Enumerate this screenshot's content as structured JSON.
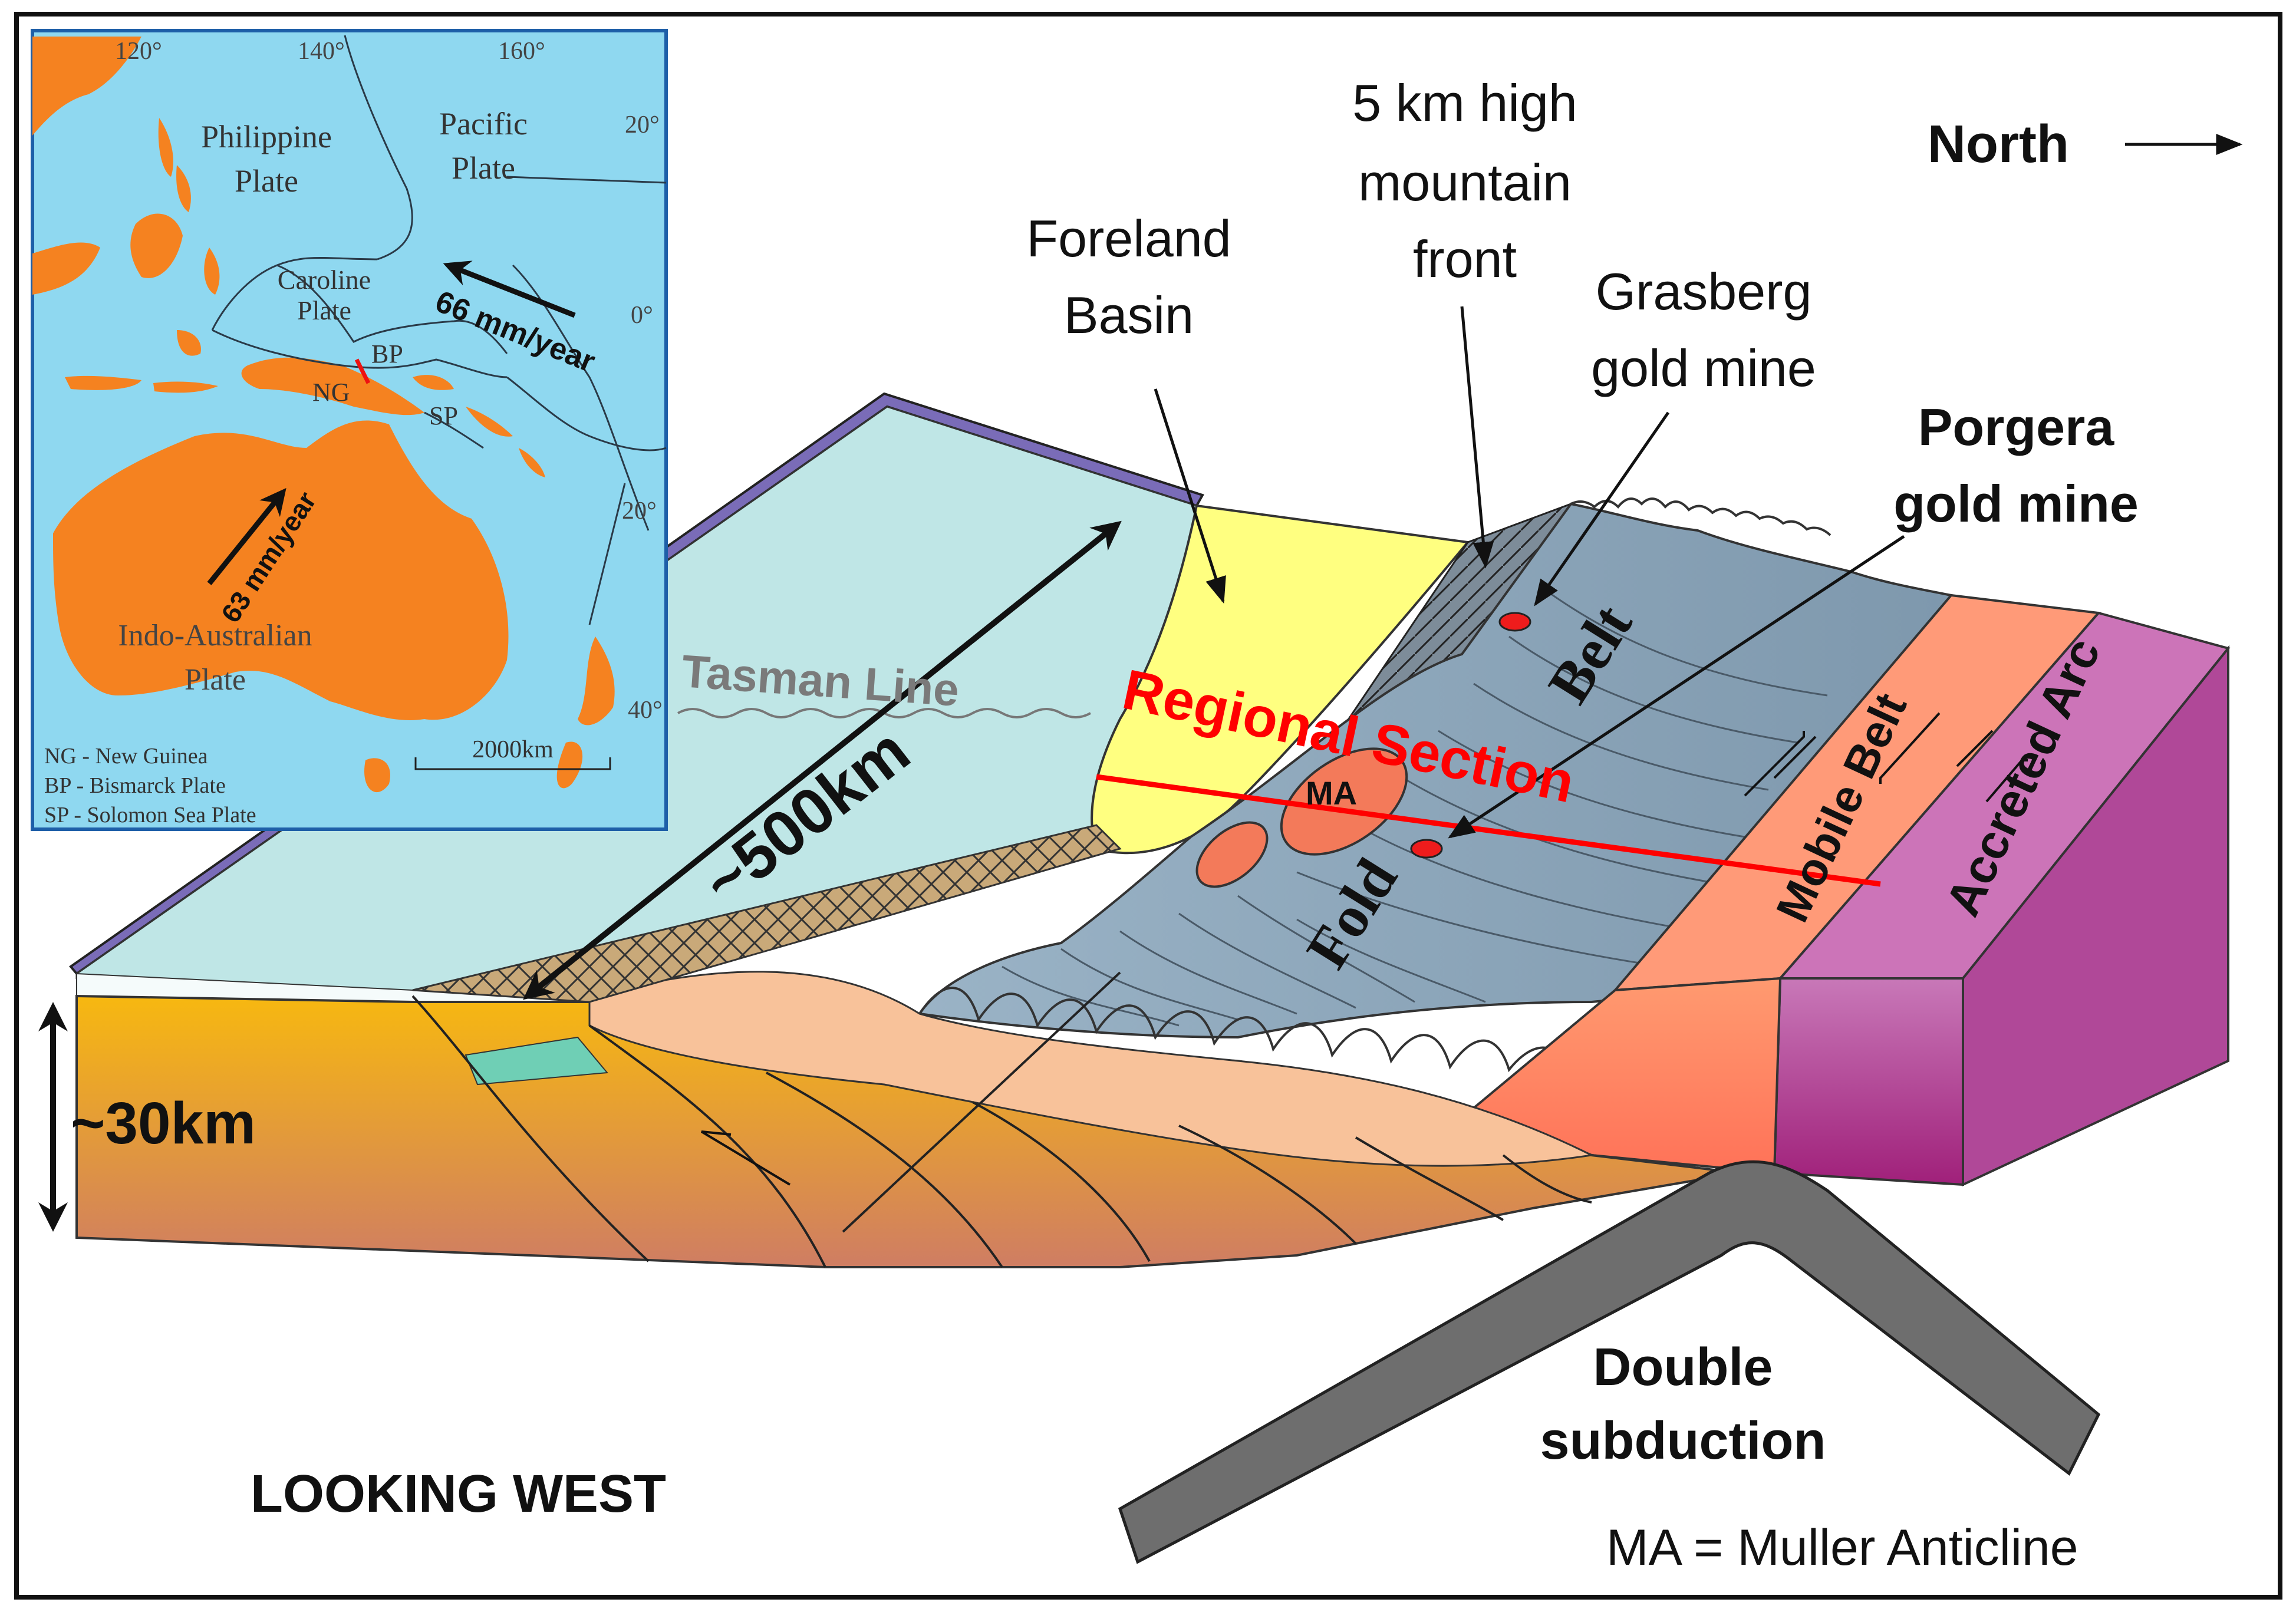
{
  "labels": {
    "mountain_front": [
      "5 km high",
      "mountain",
      "front"
    ],
    "foreland_basin": [
      "Foreland",
      "Basin"
    ],
    "grasberg": [
      "Grasberg",
      "gold mine"
    ],
    "porgera": [
      "Porgera",
      "gold mine"
    ],
    "north": "North",
    "regional_section": "Regional Section",
    "distance_500": "~500km",
    "depth_30": "~30km",
    "tasman_line": "Tasman Line",
    "ma_marker": "MA",
    "fold": "Fold",
    "belt": "Belt",
    "mobile_belt": "Mobile Belt",
    "accreted_arc": "Accreted Arc",
    "double_subduction": [
      "Double",
      "subduction"
    ],
    "looking_west": "LOOKING  WEST",
    "ma_legend": "MA = Muller Anticline"
  },
  "inset_map": {
    "longitudes": [
      "120°",
      "140°",
      "160°"
    ],
    "latitudes": [
      "20°",
      "0°",
      "20°",
      "40°"
    ],
    "plates": {
      "philippine": [
        "Philippine",
        "Plate"
      ],
      "pacific": [
        "Pacific",
        "Plate"
      ],
      "caroline": [
        "Caroline",
        "Plate"
      ],
      "indo_australian": [
        "Indo-Australian",
        "Plate"
      ],
      "bp": "BP",
      "ng": "NG",
      "sp": "SP"
    },
    "rate_pacific": "66 mm/year",
    "rate_australia": "63 mm/year",
    "scale": "2000km",
    "legend": [
      "NG - New Guinea",
      "BP  - Bismarck Plate",
      "SP  - Solomon Sea Plate"
    ]
  },
  "colors": {
    "water": "#8fd8f0",
    "land": "#f58220",
    "foreland_yellow": "#ffff7a",
    "fold_belt": "#8fa9bc",
    "mobile_belt": "#ff8a6a",
    "accreted_arc": "#c060a8",
    "crust_top": "#f5b418",
    "crust_bottom": "#d08060",
    "section_red": "#ff0000",
    "slab_grey": "#6a6a6a"
  }
}
